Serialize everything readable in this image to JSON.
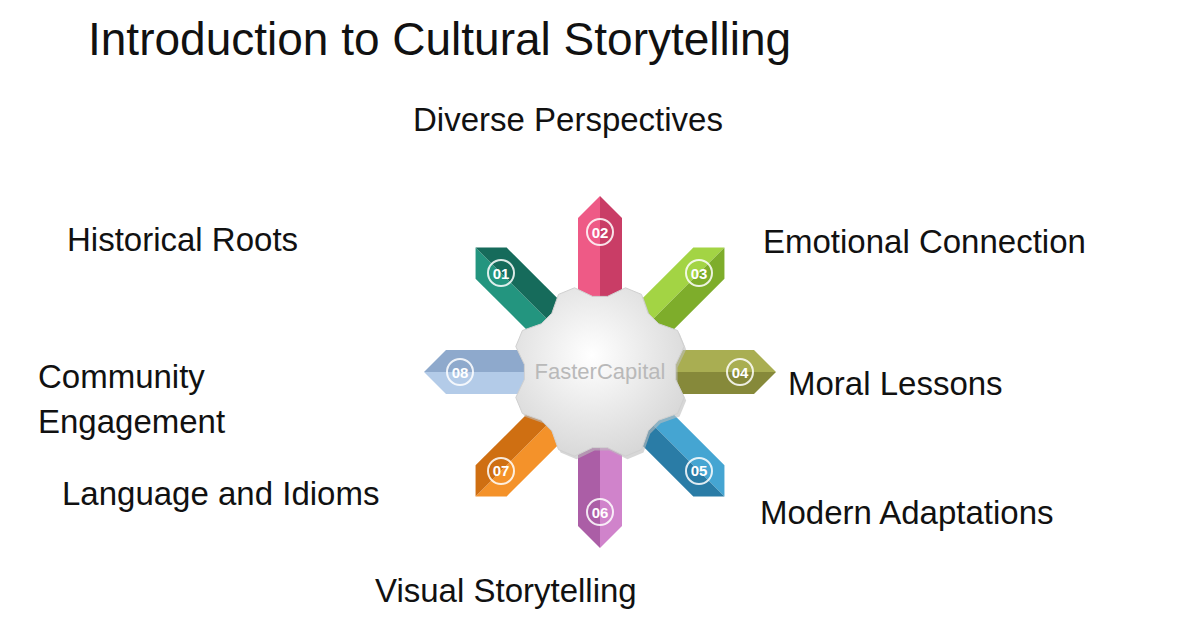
{
  "diagram": {
    "title": "Introduction to Cultural Storytelling",
    "nodes": [
      {
        "text": [
          "FasterCapital"
        ]
      },
      {
        "text": [
          "01",
          "Historical Roots"
        ]
      },
      {
        "text": [
          "02",
          "Diverse Perspectives"
        ]
      },
      {
        "text": [
          "03",
          "Emotional Connection"
        ]
      },
      {
        "text": [
          "04",
          "Moral Lessons"
        ]
      },
      {
        "text": [
          "05",
          "Modern Adaptations"
        ]
      },
      {
        "text": [
          "06",
          "Visual Storytelling"
        ]
      },
      {
        "text": [
          "07",
          "Language and Idioms"
        ]
      },
      {
        "text": [
          "08",
          "Community Engagement"
        ]
      }
    ]
  }
}
